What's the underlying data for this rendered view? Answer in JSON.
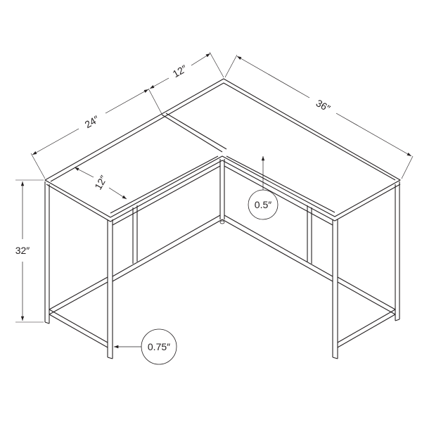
{
  "diagram": {
    "subject": "L-shaped corner desk with metal frame",
    "colors": {
      "line": "#231f20",
      "background": "#ffffff"
    },
    "dimensions": {
      "top_left_wing_length": "24″",
      "top_return_width": "12″",
      "top_right_wing_length": "36″",
      "left_wing_depth": "12″",
      "height": "32″"
    },
    "callouts": {
      "top_thickness": "0.5″",
      "leg_thickness": "0.75″"
    }
  }
}
